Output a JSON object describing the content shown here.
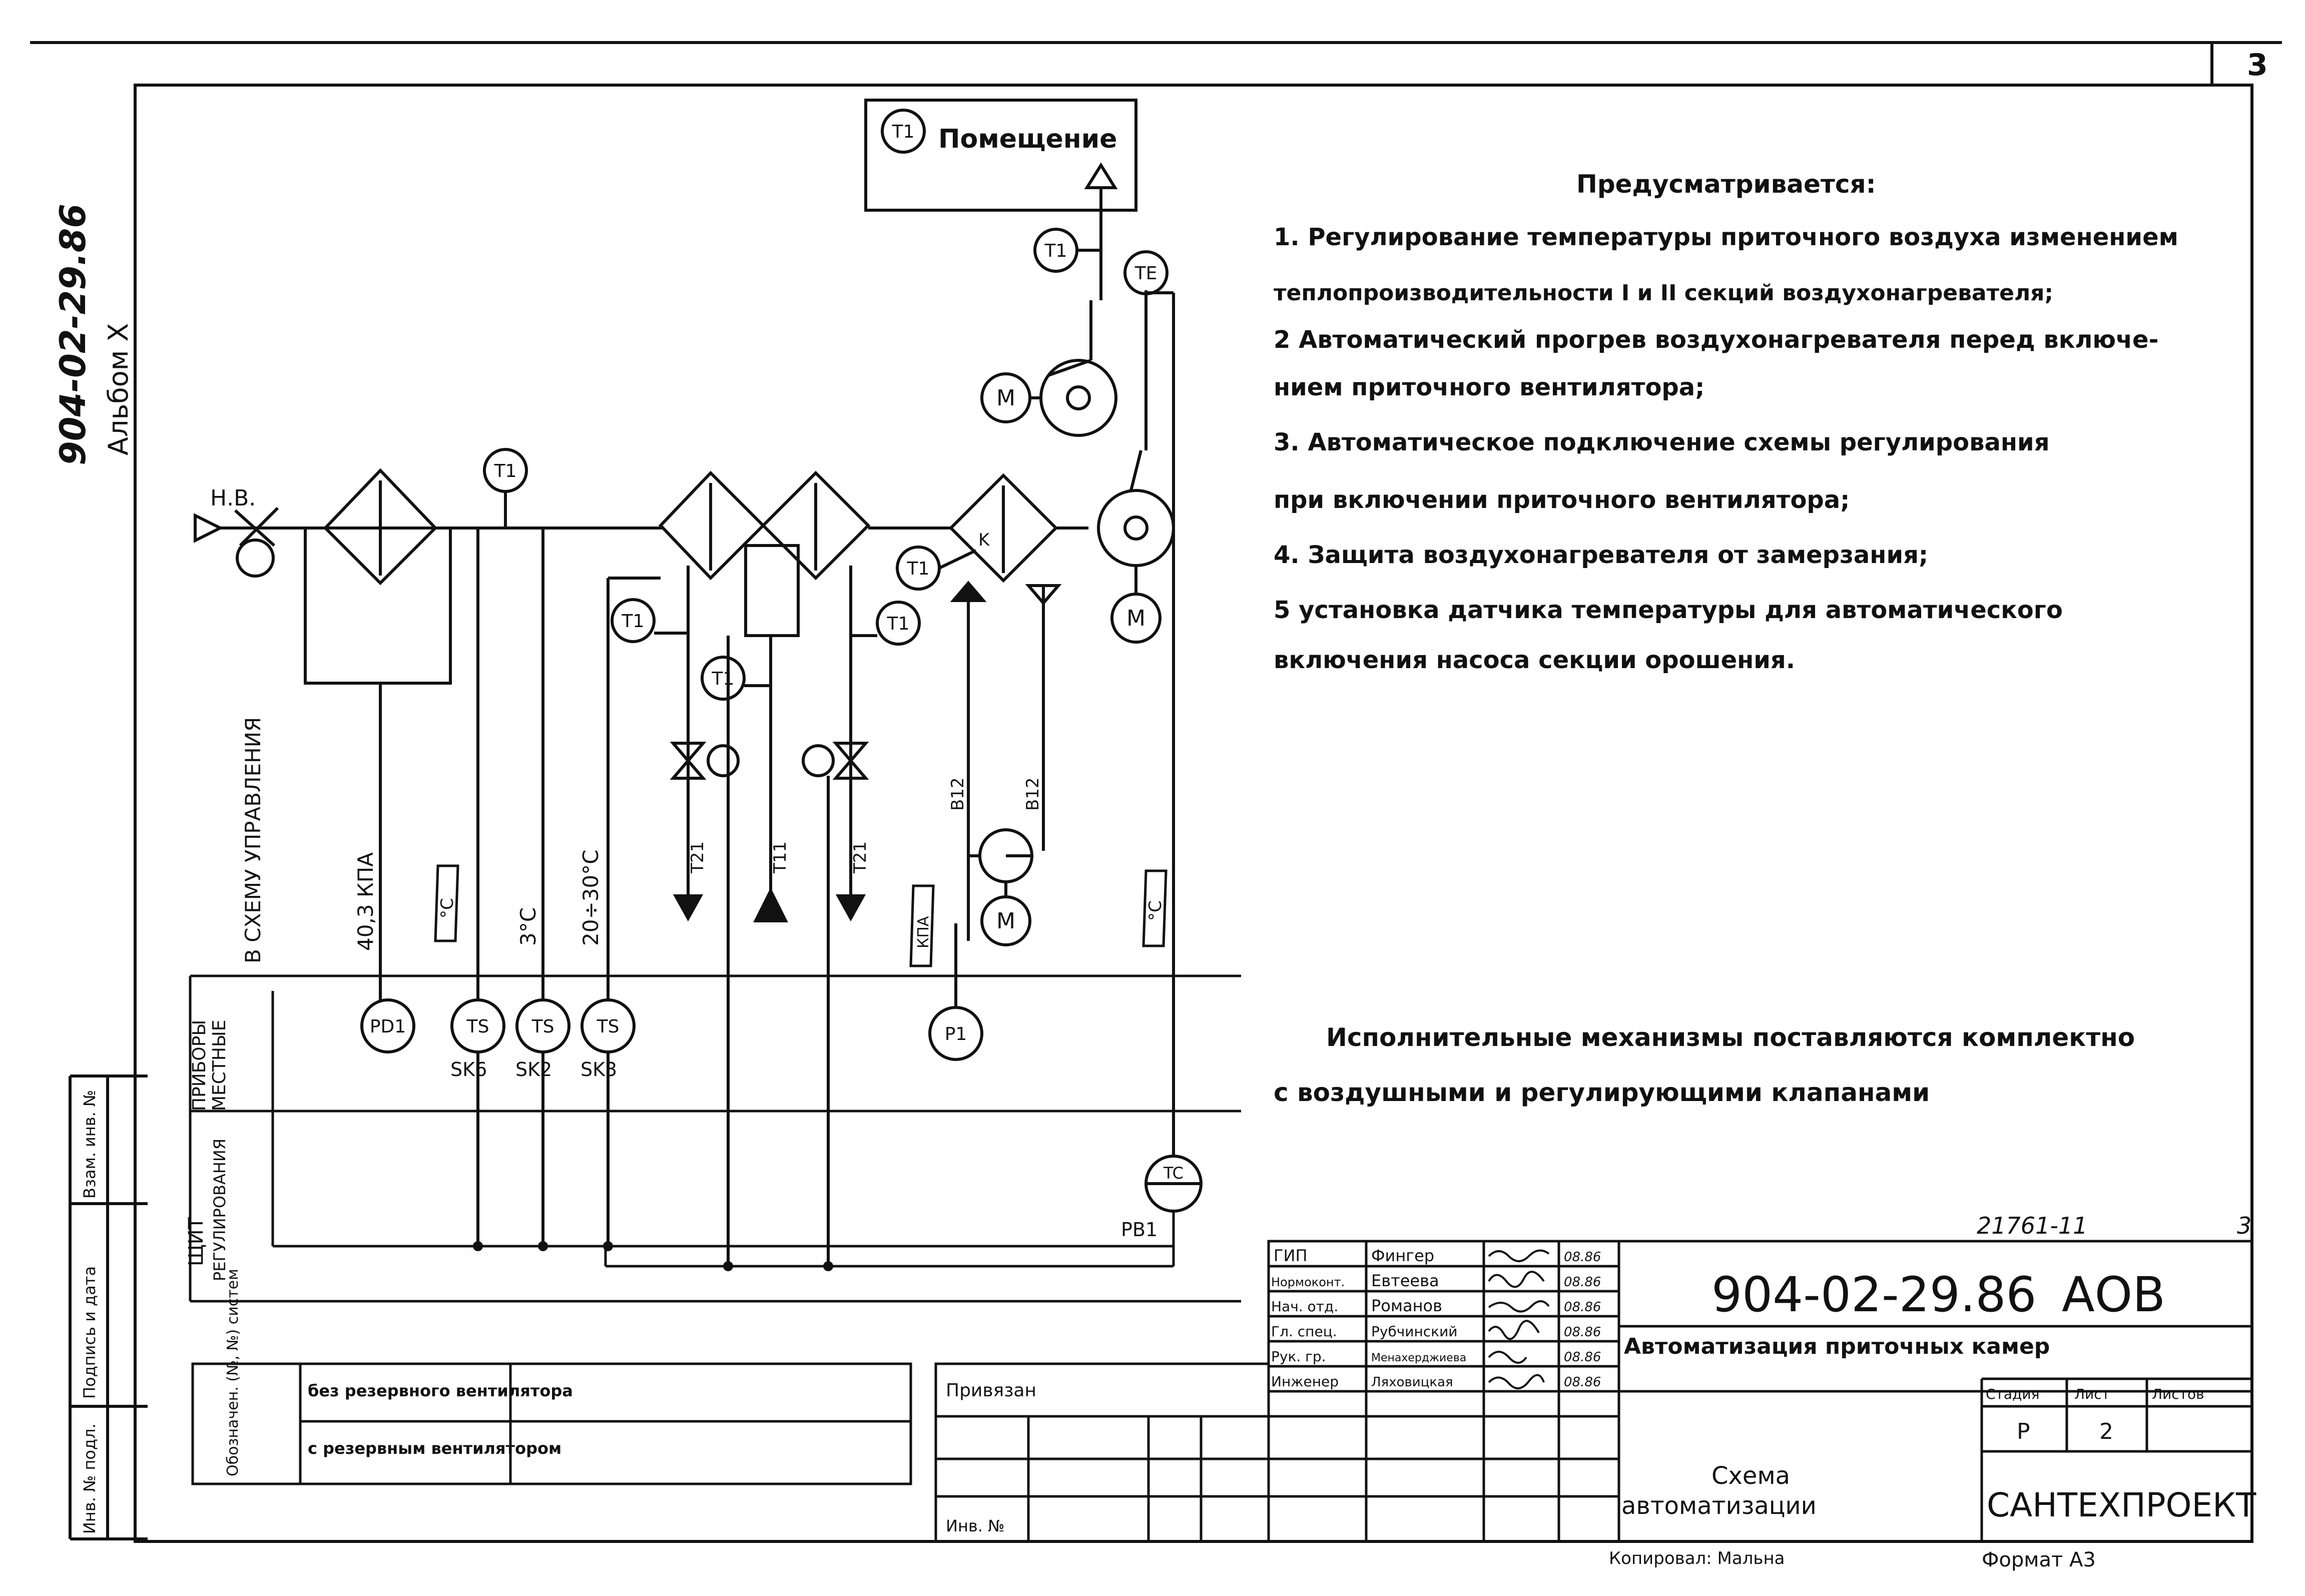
{
  "sheet_number": "3",
  "side_labels": {
    "code": "904-02-29.86",
    "album": "Альбом X"
  },
  "diagram": {
    "room": "Помещение",
    "instr": {
      "t1": "T1",
      "te": "TE",
      "pd": "PD1",
      "ts": "TS",
      "p1": "P1",
      "tc": "TC"
    },
    "labels": {
      "nv": "Н.В.",
      "k": "K",
      "b12": "B12",
      "t21": "T21",
      "t11": "T11",
      "sk6": "SK6",
      "sk2": "SK2",
      "sk3": "SK3",
      "rb1": "РВ1",
      "pressure": "40,3 КПА",
      "t3": "3°C",
      "t2030": "20÷30°C",
      "to_control": "В СХЕМУ УПРАВЛЕНИЯ",
      "degc": "°C",
      "kpa": "КПА",
      "pribory": "ПРИБОРЫ",
      "mestnye": "МЕСТНЫЕ",
      "shchit": "ЩИТ",
      "regul": "РЕГУЛИРОВАНИЯ"
    }
  },
  "notes": {
    "heading": "Предусматривается:",
    "lines": [
      "1. Регулирование температуры приточного воздуха изменением",
      "теплопроизводительности I и II секций воздухонагревателя;",
      "2 Автоматический прогрев воздухонагревателя перед включе-",
      "нием приточного вентилятора;",
      "3. Автоматическое подключение схемы регулирования",
      "при включении приточного вентилятора;",
      "4. Защита воздухонагревателя от замерзания;",
      "5 установка датчика температуры для автоматического",
      "включения насоса секции орошения."
    ],
    "exec_lines": [
      "Исполнительные механизмы поставляются комплектно",
      "с воздушными и регулирующими клапанами"
    ]
  },
  "left_stamps": [
    "Инв. № подл.",
    "Подпись и дата",
    "Взам. инв. №"
  ],
  "legend": {
    "header": "Обозначен. (№, №) систем",
    "row1": "без резервного вентилятора",
    "row2": "с резервным вентилятором"
  },
  "binding": {
    "title": "Привязан",
    "inv": "Инв. №"
  },
  "title_block": {
    "roles": [
      {
        "role": "ГИП",
        "name": "Фингер",
        "date": "08.86"
      },
      {
        "role": "Нормоконт.",
        "name": "Евтеева",
        "date": "08.86"
      },
      {
        "role": "Нач. отд.",
        "name": "Романов",
        "date": "08.86"
      },
      {
        "role": "Гл. спец.",
        "name": "Рубчинский",
        "date": "08.86"
      },
      {
        "role": "Рук. гр.",
        "name": "Менахерджиева",
        "date": "08.86"
      },
      {
        "role": "Инженер",
        "name": "Ляховицкая",
        "date": "08.86"
      }
    ],
    "doc_number": "904-02-29.86",
    "mark": "АОВ",
    "subject": "Автоматизация приточных камер",
    "stage_label": "Стадия",
    "sheet_label": "Лист",
    "sheets_label": "Листов",
    "stage": "Р",
    "sheet": "2",
    "drawing_title_1": "Схема",
    "drawing_title_2": "автоматизации",
    "org": "САНТЕХПРОЕКТ",
    "ref": "21761-11",
    "ref_page": "3",
    "copied_by": "Копировал: Мальна",
    "format": "Формат А3"
  }
}
